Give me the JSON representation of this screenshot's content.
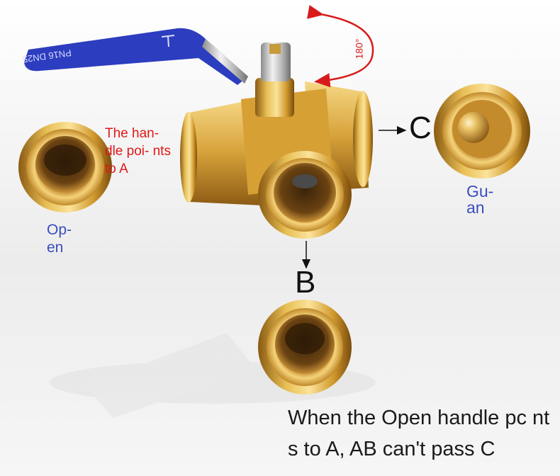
{
  "valve": {
    "handle_marking": "PN16 DN25",
    "rotation_label": "180°"
  },
  "annotations": {
    "handle_points_to_a": "The han- dle poi- nts to A",
    "port_a_state": "Op- en",
    "port_c_state": "Gu- an",
    "port_c_label": "C",
    "port_b_label": "B"
  },
  "caption": "When the Open handle pc nts to A, AB can't pass C",
  "colors": {
    "brass": "#d9a93a",
    "handle_blue": "#2c3dbf",
    "annotation_red": "#e01818",
    "annotation_blue": "#3b4dbd"
  }
}
